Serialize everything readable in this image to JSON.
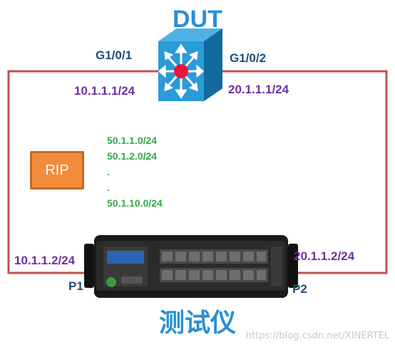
{
  "dut": {
    "title": "DUT",
    "port_left": "G1/0/1",
    "port_right": "G1/0/2",
    "ip_left": "10.1.1.1/24",
    "ip_right": "20.1.1.1/24"
  },
  "protocol": {
    "label": "RIP"
  },
  "routes": [
    "50.1.1.0/24",
    "50.1.2.0/24",
    ".",
    ".",
    "50.1.10.0/24"
  ],
  "tester": {
    "title": "测试仪",
    "port_left": "P1",
    "port_right": "P2",
    "ip_left": "10.1.1.2/24",
    "ip_right": "20.1.1.2/24"
  },
  "watermark": "https://blog.csdn.net/XINERTEL",
  "colors": {
    "link": "#c0504d",
    "title": "#2a8fd6",
    "port": "#1f4e79",
    "ip": "#7030a0",
    "route": "#2eaa4a",
    "rip": "#f28c3c"
  }
}
